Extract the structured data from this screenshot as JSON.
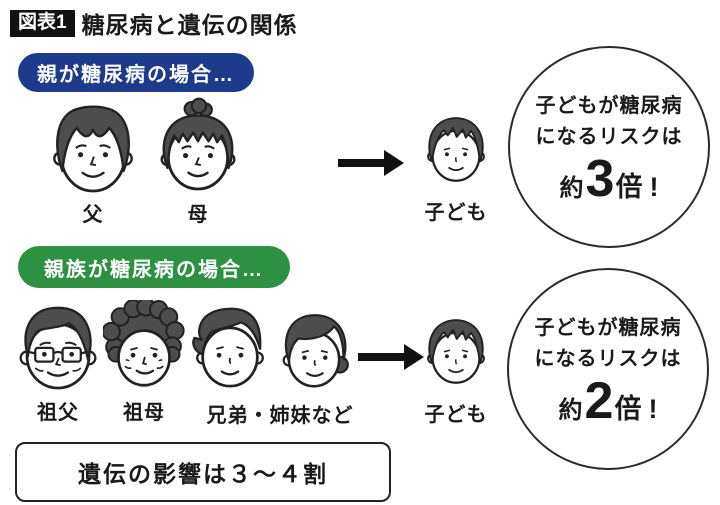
{
  "header": {
    "tag": "図表1",
    "title": "糖尿病と遺伝の関係"
  },
  "parents_case": {
    "badge_label": "親が糖尿病の場合…",
    "badge_color": "#1e3a8a",
    "father_label": "父",
    "mother_label": "母",
    "child_label": "子ども",
    "risk": {
      "line1": "子どもが糖尿病",
      "line2": "になるリスクは",
      "prefix": "約",
      "value": "3",
      "suffix": "倍",
      "bang": "!"
    }
  },
  "relatives_case": {
    "badge_label": "親族が糖尿病の場合…",
    "badge_color": "#2e9142",
    "grandfather_label": "祖父",
    "grandmother_label": "祖母",
    "siblings_label": "兄弟・姉妹など",
    "child_label": "子ども",
    "risk": {
      "line1": "子どもが糖尿病",
      "line2": "になるリスクは",
      "prefix": "約",
      "value": "2",
      "suffix": "倍",
      "bang": "!"
    }
  },
  "footer": {
    "note": "遺伝の影響は３～４割"
  },
  "colors": {
    "accent_blue": "#1e3a8a",
    "accent_green": "#2e9142",
    "ink": "#1a1a1a",
    "hair": "#4d4d4d",
    "background": "#ffffff"
  }
}
